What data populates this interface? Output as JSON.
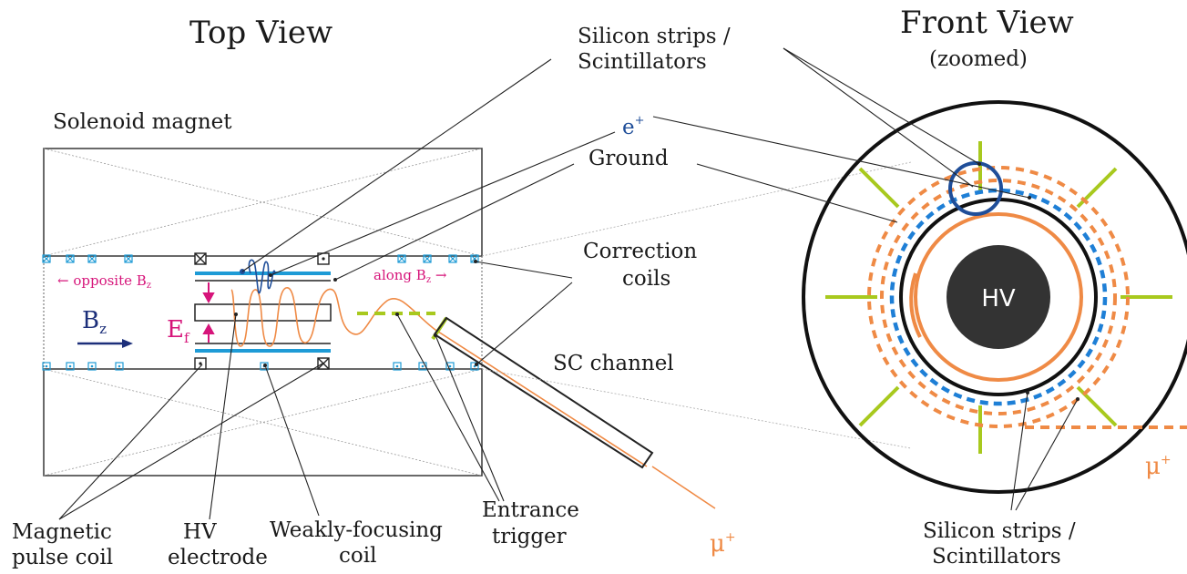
{
  "titles": {
    "top_view": "Top View",
    "front_view": "Front View",
    "front_view_sub": "(zoomed)"
  },
  "labels": {
    "solenoid_magnet": "Solenoid magnet",
    "silicon_top_1": "Silicon strips /",
    "silicon_top_2": "Scintillators",
    "positron": "e",
    "positron_sup": "+",
    "ground": "Ground",
    "correction_1": "Correction",
    "correction_2": "coils",
    "sc_channel": "SC channel",
    "opposite_bz": "← opposite B",
    "opposite_bz_sub": "z",
    "along_bz": "along B",
    "along_bz_sub": "z",
    "along_bz_arrow": " →",
    "bz": "B",
    "bz_sub": "z",
    "ef": "E",
    "ef_sub": "f",
    "magnetic_1": "Magnetic",
    "magnetic_2": "pulse coil",
    "hv_1": "HV",
    "hv_2": "electrode",
    "weakly_1": "Weakly-focusing",
    "weakly_2": "coil",
    "entrance_1": "Entrance",
    "entrance_2": "trigger",
    "muon_left": "μ",
    "muon_left_sup": "+",
    "muon_right": "μ",
    "muon_right_sup": "+",
    "hv_center": "HV",
    "silicon_bottom_1": "Silicon strips /",
    "silicon_bottom_2": "Scintillators"
  },
  "colors": {
    "line": "#222222",
    "cyan": "#1e9bd6",
    "blue": "#1f4e99",
    "navy": "#1c2f7a",
    "magenta": "#d6147a",
    "orange": "#ef8a45",
    "lime": "#a8c91e",
    "dark": "#333333",
    "grey": "#bdbdbd"
  }
}
